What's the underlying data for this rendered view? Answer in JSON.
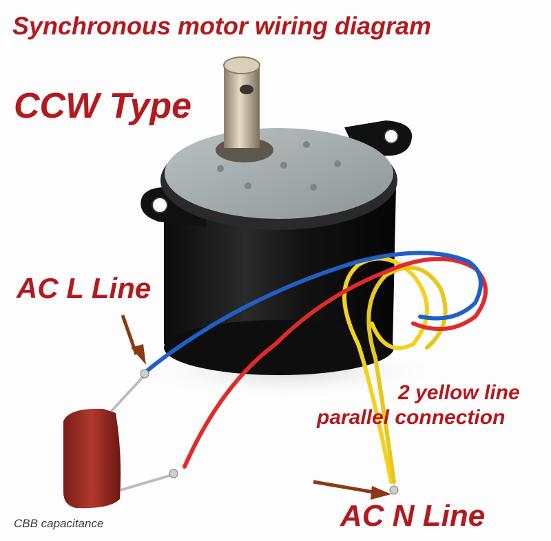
{
  "title": "Synchronous motor wiring diagram",
  "type_label": "CCW Type",
  "ac_l_label": "AC L Line",
  "yellow_label_line1": "2 yellow line",
  "yellow_label_line2": "parallel connection",
  "ac_n_label": "AC N Line",
  "capacitor_label": "CBB capacitance",
  "colors": {
    "label_red": "#b4191d",
    "arrow_brown": "#8a3a12",
    "wire_red": "#e12a2a",
    "wire_blue": "#1f5fc8",
    "wire_yellow": "#f2d21f",
    "motor_body": "#151515",
    "gearbox_plate": "#9ea7a8",
    "shaft_metal": "#b8aa92",
    "capacitor_red": "#9a2a22"
  }
}
